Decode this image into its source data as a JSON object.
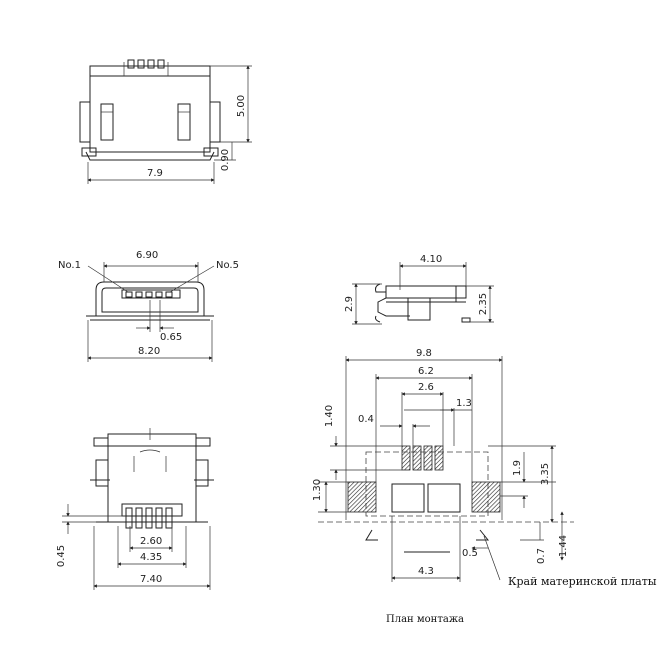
{
  "top_view": {
    "width_label": "7.9",
    "height_label": "5.00",
    "offset_label": "0.90"
  },
  "front_view": {
    "pitch_width_label": "6.90",
    "pin1_label": "No.1",
    "pin5_label": "No.5",
    "pin_pitch_label": "0.65",
    "body_width_label": "8.20"
  },
  "bottom_view": {
    "inner_label": "2.60",
    "mid_label": "4.35",
    "outer_label": "7.40",
    "tab_label": "0.45"
  },
  "side_view": {
    "width_label": "4.10",
    "height_label": "2.9",
    "right_label": "2.35"
  },
  "mounting_plan": {
    "overall_width": "9.8",
    "outer_pads": "6.2",
    "inner_pads": "2.6",
    "offset_right": "1.3",
    "pad_pitch": "0.4",
    "top_offset": "1.40",
    "left_height": "1.30",
    "right_inner": "1.9",
    "right_outer": "3.35",
    "center_pads": "4.3",
    "edge_gap": "0.5",
    "bottom_a": "0.7",
    "bottom_b": "1.44",
    "board_edge_label": "Край материнской платы",
    "caption": "План монтажа"
  }
}
